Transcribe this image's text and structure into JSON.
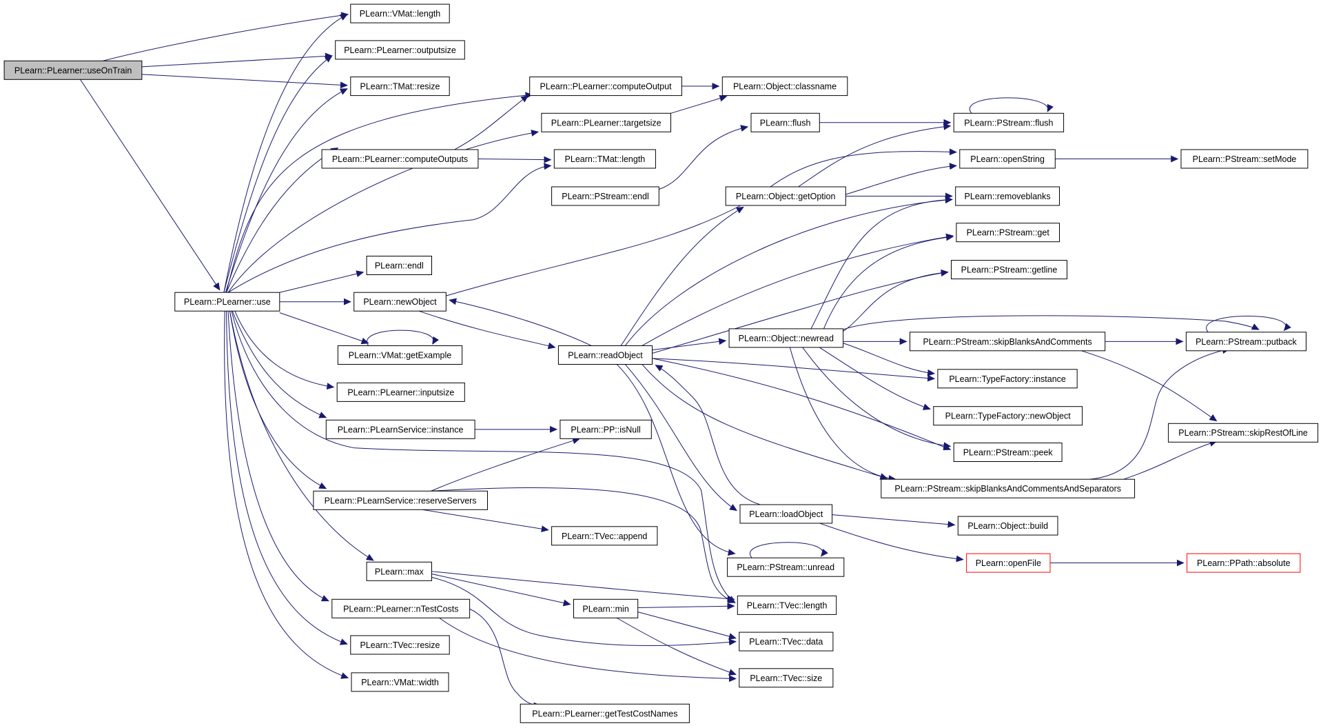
{
  "diagram": {
    "type": "call-graph",
    "root": "PLearn::PLearner::useOnTrain",
    "colors": {
      "edge": "#191970",
      "box_border": "#000000",
      "box_border_external": "#ff0000",
      "root_fill": "#bfbfbf",
      "box_fill": "#ffffff",
      "text": "#000000"
    },
    "nodes": [
      {
        "id": "useOnTrain",
        "label": "PLearn::PLearner::useOnTrain",
        "style": "root"
      },
      {
        "id": "vmat_length",
        "label": "PLearn::VMat::length",
        "style": "normal"
      },
      {
        "id": "outputsize",
        "label": "PLearn::PLearner::outputsize",
        "style": "normal"
      },
      {
        "id": "tmat_resize",
        "label": "PLearn::TMat::resize",
        "style": "normal"
      },
      {
        "id": "use",
        "label": "PLearn::PLearner::use",
        "style": "normal"
      },
      {
        "id": "computeOutput",
        "label": "PLearn::PLearner::computeOutput",
        "style": "normal"
      },
      {
        "id": "classname",
        "label": "PLearn::Object::classname",
        "style": "normal"
      },
      {
        "id": "targetsize",
        "label": "PLearn::PLearner::targetsize",
        "style": "normal"
      },
      {
        "id": "computeOutputs",
        "label": "PLearn::PLearner::computeOutputs",
        "style": "normal"
      },
      {
        "id": "tmat_length",
        "label": "PLearn::TMat::length",
        "style": "normal"
      },
      {
        "id": "flush",
        "label": "PLearn::flush",
        "style": "normal"
      },
      {
        "id": "pstream_flush",
        "label": "PLearn::PStream::flush",
        "style": "normal"
      },
      {
        "id": "openString",
        "label": "PLearn::openString",
        "style": "normal"
      },
      {
        "id": "setMode",
        "label": "PLearn::PStream::setMode",
        "style": "normal"
      },
      {
        "id": "pstream_endl",
        "label": "PLearn::PStream::endl",
        "style": "normal"
      },
      {
        "id": "getOption",
        "label": "PLearn::Object::getOption",
        "style": "normal"
      },
      {
        "id": "removeblanks",
        "label": "PLearn::removeblanks",
        "style": "normal"
      },
      {
        "id": "pstream_get",
        "label": "PLearn::PStream::get",
        "style": "normal"
      },
      {
        "id": "endl",
        "label": "PLearn::endl",
        "style": "normal"
      },
      {
        "id": "getline",
        "label": "PLearn::PStream::getline",
        "style": "normal"
      },
      {
        "id": "newObject",
        "label": "PLearn::newObject",
        "style": "normal"
      },
      {
        "id": "newread",
        "label": "PLearn::Object::newread",
        "style": "normal"
      },
      {
        "id": "skipBC",
        "label": "PLearn::PStream::skipBlanksAndComments",
        "style": "normal"
      },
      {
        "id": "putback",
        "label": "PLearn::PStream::putback",
        "style": "normal"
      },
      {
        "id": "getExample",
        "label": "PLearn::VMat::getExample",
        "style": "normal"
      },
      {
        "id": "readObject",
        "label": "PLearn::readObject",
        "style": "normal"
      },
      {
        "id": "tf_instance",
        "label": "PLearn::TypeFactory::instance",
        "style": "normal"
      },
      {
        "id": "inputsize",
        "label": "PLearn::PLearner::inputsize",
        "style": "normal"
      },
      {
        "id": "tf_newObject",
        "label": "PLearn::TypeFactory::newObject",
        "style": "normal"
      },
      {
        "id": "pls_instance",
        "label": "PLearn::PLearnService::instance",
        "style": "normal"
      },
      {
        "id": "isNull",
        "label": "PLearn::PP::isNull",
        "style": "normal"
      },
      {
        "id": "skipRest",
        "label": "PLearn::PStream::skipRestOfLine",
        "style": "normal"
      },
      {
        "id": "peek",
        "label": "PLearn::PStream::peek",
        "style": "normal"
      },
      {
        "id": "skipBCS",
        "label": "PLearn::PStream::skipBlanksAndCommentsAndSeparators",
        "style": "normal"
      },
      {
        "id": "reserveServers",
        "label": "PLearn::PLearnService::reserveServers",
        "style": "normal"
      },
      {
        "id": "loadObject",
        "label": "PLearn::loadObject",
        "style": "normal"
      },
      {
        "id": "build",
        "label": "PLearn::Object::build",
        "style": "normal"
      },
      {
        "id": "append",
        "label": "PLearn::TVec::append",
        "style": "normal"
      },
      {
        "id": "openFile",
        "label": "PLearn::openFile",
        "style": "external"
      },
      {
        "id": "absolute",
        "label": "PLearn::PPath::absolute",
        "style": "external"
      },
      {
        "id": "unread",
        "label": "PLearn::PStream::unread",
        "style": "normal"
      },
      {
        "id": "max",
        "label": "PLearn::max",
        "style": "normal"
      },
      {
        "id": "tvec_length",
        "label": "PLearn::TVec::length",
        "style": "normal"
      },
      {
        "id": "min",
        "label": "PLearn::min",
        "style": "normal"
      },
      {
        "id": "nTestCosts",
        "label": "PLearn::PLearner::nTestCosts",
        "style": "normal"
      },
      {
        "id": "tvec_data",
        "label": "PLearn::TVec::data",
        "style": "normal"
      },
      {
        "id": "tvec_resize",
        "label": "PLearn::TVec::resize",
        "style": "normal"
      },
      {
        "id": "tvec_size",
        "label": "PLearn::TVec::size",
        "style": "normal"
      },
      {
        "id": "vmat_width",
        "label": "PLearn::VMat::width",
        "style": "normal"
      },
      {
        "id": "getTestCostNames",
        "label": "PLearn::PLearner::getTestCostNames",
        "style": "normal"
      }
    ],
    "edges": [
      [
        "useOnTrain",
        "vmat_length"
      ],
      [
        "useOnTrain",
        "outputsize"
      ],
      [
        "useOnTrain",
        "tmat_resize"
      ],
      [
        "useOnTrain",
        "use"
      ],
      [
        "use",
        "vmat_length"
      ],
      [
        "use",
        "outputsize"
      ],
      [
        "use",
        "tmat_resize"
      ],
      [
        "use",
        "computeOutput"
      ],
      [
        "use",
        "targetsize"
      ],
      [
        "use",
        "computeOutputs"
      ],
      [
        "use",
        "tmat_length"
      ],
      [
        "use",
        "endl"
      ],
      [
        "use",
        "newObject"
      ],
      [
        "use",
        "getExample"
      ],
      [
        "use",
        "inputsize"
      ],
      [
        "use",
        "pls_instance"
      ],
      [
        "use",
        "reserveServers"
      ],
      [
        "use",
        "tvec_length"
      ],
      [
        "use",
        "max"
      ],
      [
        "use",
        "nTestCosts"
      ],
      [
        "use",
        "tvec_resize"
      ],
      [
        "use",
        "vmat_width"
      ],
      [
        "computeOutputs",
        "computeOutput"
      ],
      [
        "computeOutputs",
        "tmat_length"
      ],
      [
        "computeOutput",
        "classname"
      ],
      [
        "targetsize",
        "classname"
      ],
      [
        "pstream_endl",
        "flush"
      ],
      [
        "flush",
        "pstream_flush"
      ],
      [
        "pstream_flush",
        "pstream_flush"
      ],
      [
        "endl",
        "pstream_endl"
      ],
      [
        "openString",
        "setMode"
      ],
      [
        "getOption",
        "pstream_flush"
      ],
      [
        "getOption",
        "openString"
      ],
      [
        "getOption",
        "removeblanks"
      ],
      [
        "newObject",
        "openString"
      ],
      [
        "newObject",
        "readObject"
      ],
      [
        "getExample",
        "getExample"
      ],
      [
        "readObject",
        "newObject"
      ],
      [
        "readObject",
        "getOption"
      ],
      [
        "readObject",
        "removeblanks"
      ],
      [
        "readObject",
        "pstream_get"
      ],
      [
        "readObject",
        "getline"
      ],
      [
        "readObject",
        "newread"
      ],
      [
        "readObject",
        "tf_instance"
      ],
      [
        "readObject",
        "peek"
      ],
      [
        "readObject",
        "skipBCS"
      ],
      [
        "readObject",
        "loadObject"
      ],
      [
        "readObject",
        "unread"
      ],
      [
        "newread",
        "removeblanks"
      ],
      [
        "newread",
        "pstream_get"
      ],
      [
        "newread",
        "getline"
      ],
      [
        "newread",
        "putback"
      ],
      [
        "newread",
        "skipBC"
      ],
      [
        "newread",
        "tf_instance"
      ],
      [
        "newread",
        "tf_newObject"
      ],
      [
        "newread",
        "peek"
      ],
      [
        "newread",
        "skipBCS"
      ],
      [
        "skipBC",
        "putback"
      ],
      [
        "skipBC",
        "skipRest"
      ],
      [
        "putback",
        "putback"
      ],
      [
        "skipBCS",
        "putback"
      ],
      [
        "skipBCS",
        "skipRest"
      ],
      [
        "pls_instance",
        "isNull"
      ],
      [
        "reserveServers",
        "isNull"
      ],
      [
        "reserveServers",
        "append"
      ],
      [
        "reserveServers",
        "tvec_length"
      ],
      [
        "loadObject",
        "readObject"
      ],
      [
        "loadObject",
        "build"
      ],
      [
        "loadObject",
        "openFile"
      ],
      [
        "openFile",
        "absolute"
      ],
      [
        "unread",
        "unread"
      ],
      [
        "max",
        "min"
      ],
      [
        "max",
        "tvec_length"
      ],
      [
        "max",
        "tvec_data"
      ],
      [
        "min",
        "tvec_length"
      ],
      [
        "min",
        "tvec_data"
      ],
      [
        "min",
        "tvec_size"
      ],
      [
        "nTestCosts",
        "tvec_size"
      ],
      [
        "nTestCosts",
        "getTestCostNames"
      ]
    ]
  }
}
